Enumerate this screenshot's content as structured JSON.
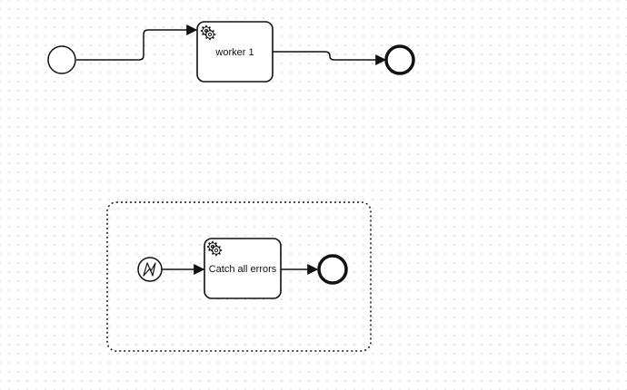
{
  "diagram": {
    "tasks": {
      "worker": {
        "label": "worker 1",
        "icon": "gear-icon"
      },
      "catch_all": {
        "label": "Catch all errors",
        "icon": "gear-icon"
      }
    },
    "events": {
      "main_start": {
        "type": "start"
      },
      "main_end": {
        "type": "end"
      },
      "sub_start": {
        "type": "error-start",
        "icon": "lightning-icon"
      },
      "sub_end": {
        "type": "end"
      }
    },
    "subprocess": {
      "type": "event-subprocess",
      "border": "dotted"
    },
    "colors": {
      "stroke": "#111111",
      "fill": "#ffffff",
      "grid_dot": "#d9d9d9"
    }
  }
}
